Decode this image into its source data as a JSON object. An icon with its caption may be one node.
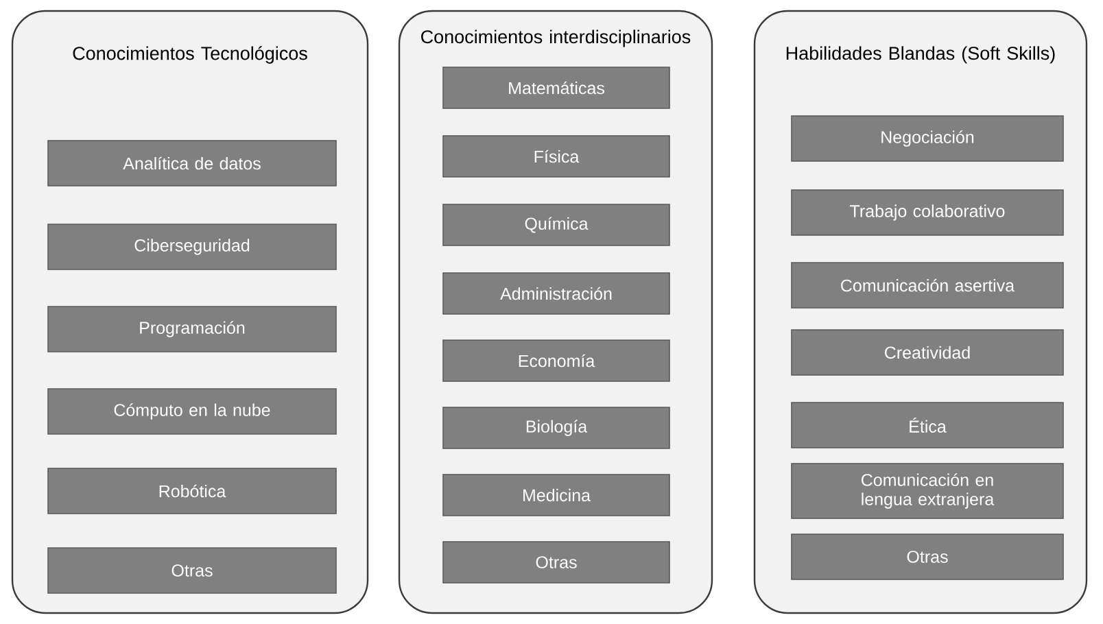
{
  "diagram": {
    "nodes": [
      {
        "text": [
          "Conocimientos Tecnológicos"
        ]
      },
      {
        "text": [
          "Analítica de datos"
        ],
        "in": 0
      },
      {
        "text": [
          "Ciberseguridad"
        ],
        "in": 0
      },
      {
        "text": [
          "Programación"
        ],
        "in": 0
      },
      {
        "text": [
          "Cómputo en la nube"
        ],
        "in": 0
      },
      {
        "text": [
          "Robótica"
        ],
        "in": 0
      },
      {
        "text": [
          "Otras"
        ],
        "in": 0
      },
      {
        "text": [
          "Conocimientos interdisciplinarios"
        ]
      },
      {
        "text": [
          "Matemáticas"
        ],
        "in": 7
      },
      {
        "text": [
          "Física"
        ],
        "in": 7
      },
      {
        "text": [
          "Química"
        ],
        "in": 7
      },
      {
        "text": [
          "Administración"
        ],
        "in": 7
      },
      {
        "text": [
          "Economía"
        ],
        "in": 7
      },
      {
        "text": [
          "Biología"
        ],
        "in": 7
      },
      {
        "text": [
          "Medicina"
        ],
        "in": 7
      },
      {
        "text": [
          "Otras"
        ],
        "in": 7
      },
      {
        "text": [
          "Habilidades Blandas (Soft Skills)"
        ]
      },
      {
        "text": [
          "Negociación"
        ],
        "in": 16
      },
      {
        "text": [
          "Trabajo colaborativo"
        ],
        "in": 16
      },
      {
        "text": [
          "Comunicación asertiva"
        ],
        "in": 16
      },
      {
        "text": [
          "Creatividad"
        ],
        "in": 16
      },
      {
        "text": [
          "Ética"
        ],
        "in": 16
      },
      {
        "text": [
          "Comunicación en lengua extranjera"
        ],
        "in": 16
      },
      {
        "text": [
          "Otras"
        ],
        "in": 16
      }
    ]
  }
}
